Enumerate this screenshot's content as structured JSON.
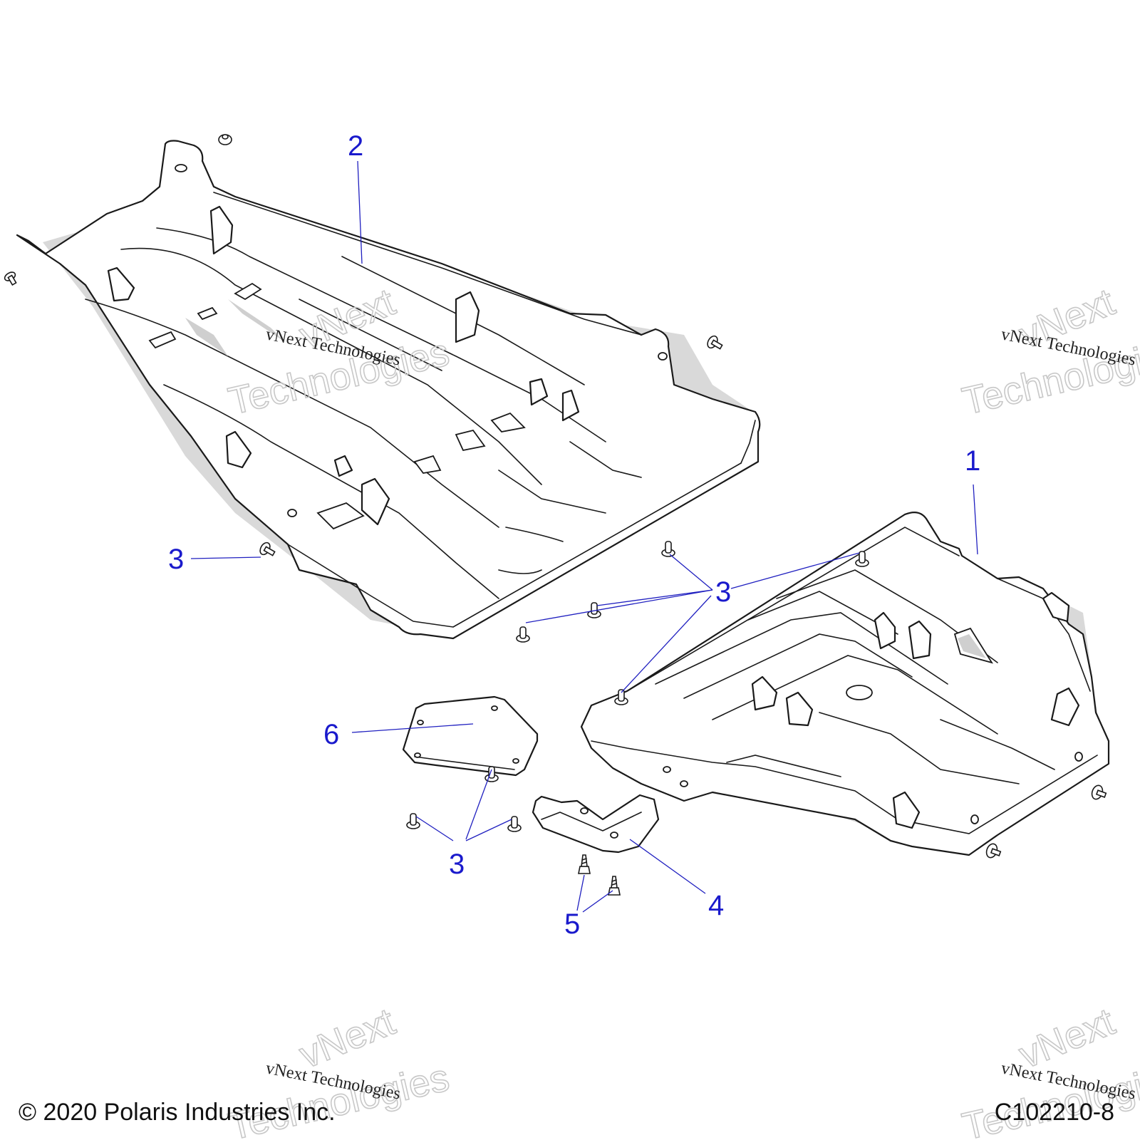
{
  "diagram": {
    "callouts": {
      "part_1": "1",
      "part_2": "2",
      "part_3": "3",
      "part_4": "4",
      "part_5": "5",
      "part_6": "6"
    },
    "watermark": {
      "text_small": "vNext Technologies",
      "text_big_line1": "vNext",
      "text_big_line2": "Technologies"
    }
  },
  "footer": {
    "copyright": "© 2020 Polaris Industries Inc.",
    "figure_id": "C102210-8"
  }
}
